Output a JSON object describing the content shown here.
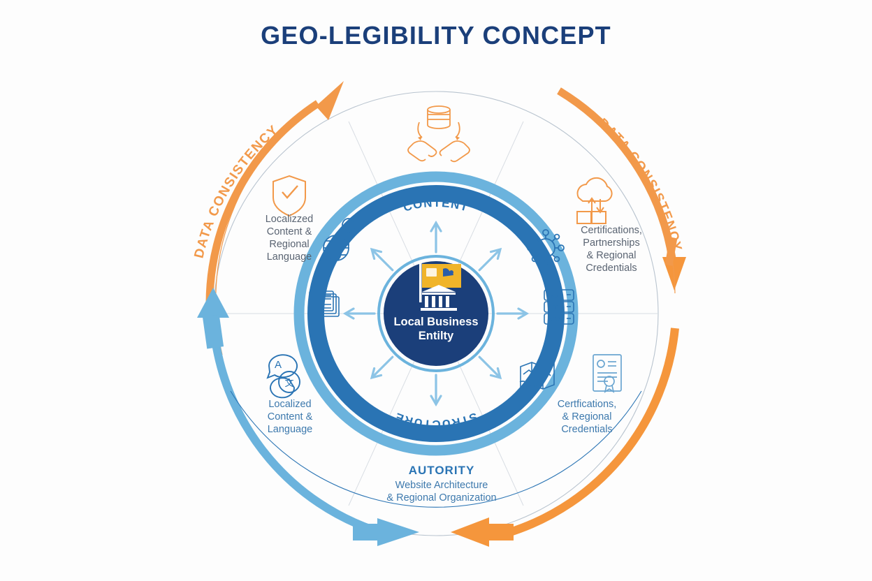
{
  "page": {
    "title": "GEO-LEGIBILITY CONCEPT",
    "background_color": "#fdfdfd",
    "title_color": "#1b3f7a"
  },
  "colors": {
    "orange": "#f2994a",
    "orange_arrow": "#f5963c",
    "light_blue": "#6bb3dd",
    "mid_blue": "#4a9ed4",
    "ring_blue": "#2a74b4",
    "deep_navy": "#1b3f7a",
    "text_gray": "#5a6472",
    "text_blue": "#3d79ad",
    "thin_line": "#d8dde3"
  },
  "center": {
    "label_line1": "Local Business",
    "label_line2": "Entilty",
    "icon": "flag-bank-icon",
    "fill": "#1b3f7a"
  },
  "inner_ring": {
    "top_label": "CONTENT",
    "bottom_label": "STRUCTURE",
    "arrows": "eight-direction-arrows"
  },
  "outer_bands": {
    "left_band_label": "DATA CONSISTENCY",
    "right_band_label": "DATA CONSISTENCY",
    "left_arrow_direction": "up",
    "right_arrow_direction": "down",
    "bottom_left_arrow_direction": "right",
    "bottom_right_arrow_direction": "left"
  },
  "quadrants": [
    {
      "id": "top-left",
      "icon": "shield-check-icon",
      "icon_color": "#f2994a",
      "lines": [
        "Localizzed",
        "Content &",
        "Regional",
        "Language"
      ],
      "text_color": "#5a6472"
    },
    {
      "id": "top-right",
      "icon": "cloud-upload-icon",
      "icon_color": "#f2994a",
      "lines": [
        "Certifications,",
        "Partnerships",
        "& Regional",
        "Credentials"
      ],
      "text_color": "#5a6472"
    },
    {
      "id": "bottom-left",
      "icon": "translate-chat-icon",
      "icon_color": "#3d79ad",
      "lines": [
        "Localized",
        "Content &",
        "Language"
      ],
      "text_color": "#3d79ad"
    },
    {
      "id": "bottom-right",
      "icon": "certificate-seal-icon",
      "icon_color": "#3d79ad",
      "lines": [
        "Certfications,",
        "& Regional",
        "Credentials"
      ],
      "text_color": "#3d79ad"
    }
  ],
  "bottom_section": {
    "title": "AUTORITY",
    "line1": "Website Architecture",
    "line2": "& Regional Organization"
  },
  "inner_icons": [
    {
      "id": "globe-pin",
      "name": "globe-location-icon"
    },
    {
      "id": "newspaper",
      "name": "newspaper-documents-icon"
    },
    {
      "id": "network-gear",
      "name": "network-gear-icon"
    },
    {
      "id": "form-list",
      "name": "form-list-icon"
    },
    {
      "id": "folded-map",
      "name": "folded-map-icon"
    }
  ],
  "top_icon": {
    "name": "handshake-coins-icon",
    "color": "#f2994a"
  }
}
